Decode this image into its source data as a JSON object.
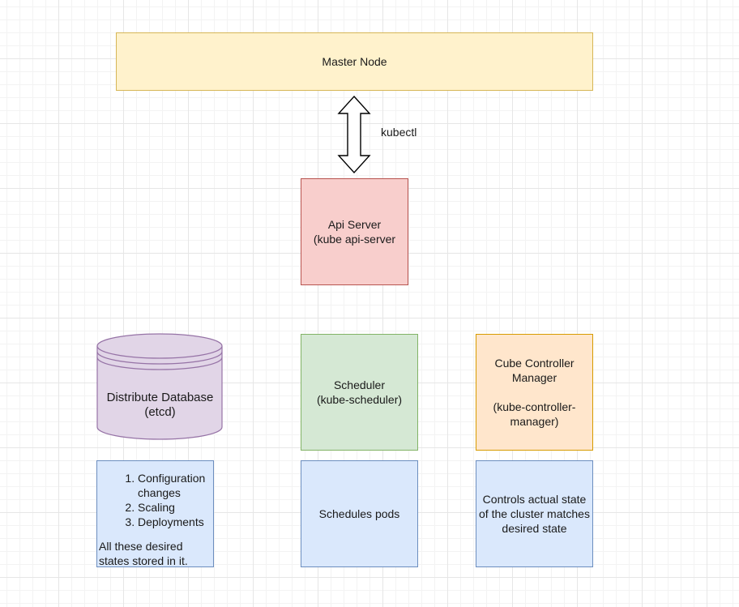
{
  "master_node": {
    "label": "Master Node"
  },
  "connector": {
    "label": "kubectl"
  },
  "api_server": {
    "line1": "Api Server",
    "line2": "(kube api-server"
  },
  "database": {
    "line1": "Distribute Database",
    "line2": "(etcd)"
  },
  "scheduler": {
    "line1": "Scheduler",
    "line2": "(kube-scheduler)"
  },
  "controller": {
    "line1": "Cube Controller",
    "line2": "Manager",
    "line3": "(kube-controller-",
    "line4": "manager)"
  },
  "etcd_note": {
    "items": [
      "Configuration changes",
      "Scaling",
      "Deployments"
    ],
    "footer": "All these desired states stored in it."
  },
  "scheduler_note": {
    "text": "Schedules pods"
  },
  "controller_note": {
    "line1": "Controls actual state",
    "line2": "of the cluster matches",
    "line3": "desired state"
  },
  "colors": {
    "yellow_fill": "#fff2cc",
    "red_fill": "#f8cecc",
    "green_fill": "#d5e8d4",
    "orange_fill": "#ffe6cc",
    "blue_fill": "#dae8fc",
    "purple_fill": "#e1d5e7"
  }
}
